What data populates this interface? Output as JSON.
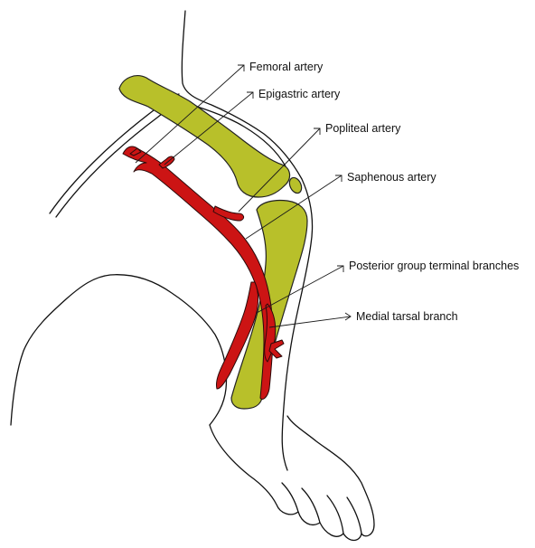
{
  "colors": {
    "bone": "#b8c02a",
    "artery": "#cc1414",
    "outline": "#111111"
  },
  "labels": {
    "femoral": "Femoral artery",
    "epigastric": "Epigastric artery",
    "popliteal": "Popliteal artery",
    "saphenous": "Saphenous artery",
    "posterior": "Posterior group terminal branches",
    "tarsal": "Medial tarsal branch"
  }
}
